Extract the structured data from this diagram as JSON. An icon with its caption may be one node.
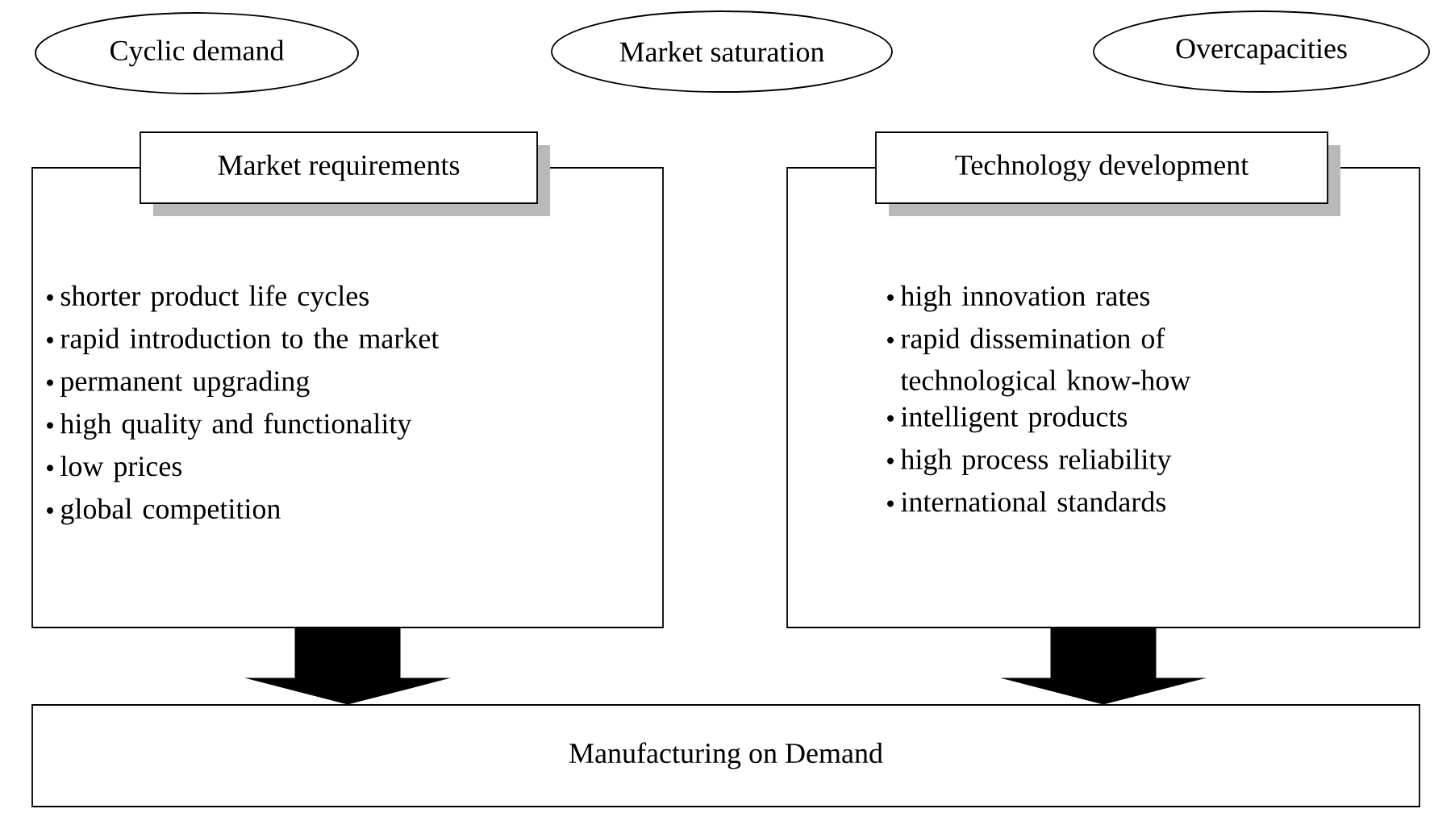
{
  "diagram": {
    "nodes": [
      {
        "text": [
          "Cyclic demand"
        ]
      },
      {
        "text": [
          "Market saturation"
        ]
      },
      {
        "text": [
          "Overcapacities"
        ]
      },
      {
        "text": [
          "Market requirements",
          "shorter product life cycles",
          "rapid introduction to the market",
          "permanent upgrading",
          "high quality and functionality",
          "low prices",
          "global competition"
        ]
      },
      {
        "text": [
          "Technology development",
          "high innovation rates",
          "rapid dissemination of technological know-how",
          "intelligent products",
          "high process reliability",
          "international standards"
        ]
      },
      {
        "text": [
          "Manufacturing on Demand"
        ]
      }
    ],
    "edges": [
      {
        "from": 3,
        "to": 5,
        "arrow": "to",
        "style": "thick"
      },
      {
        "from": 4,
        "to": 5,
        "arrow": "to",
        "style": "thick"
      }
    ]
  }
}
